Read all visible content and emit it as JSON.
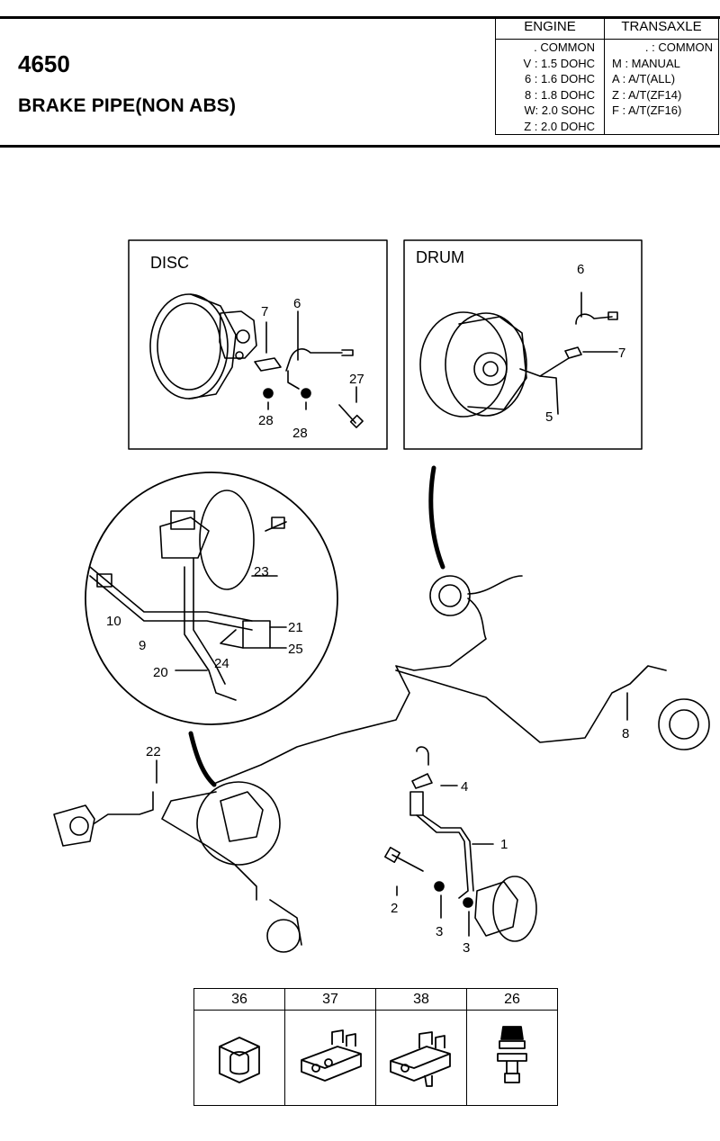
{
  "header": {
    "code": "4650",
    "title": "BRAKE PIPE(NON ABS)"
  },
  "spec_table": {
    "engine_header": "ENGINE",
    "transaxle_header": "TRANSAXLE",
    "engine_options": [
      ". COMMON",
      "V : 1.5 DOHC",
      "6 : 1.6 DOHC",
      "8 : 1.8 DOHC",
      "W: 2.0 SOHC",
      "Z : 2.0 DOHC"
    ],
    "transaxle_options": [
      ". : COMMON",
      "M : MANUAL",
      "A : A/T(ALL)",
      "Z : A/T(ZF14)",
      "F : A/T(ZF16)"
    ]
  },
  "inset_disc": {
    "title": "DISC",
    "callouts": [
      "7",
      "6",
      "27",
      "28",
      "28"
    ]
  },
  "inset_drum": {
    "title": "DRUM",
    "callouts": [
      "6",
      "7",
      "5"
    ]
  },
  "master_cylinder_inset": {
    "callouts": [
      "23",
      "21",
      "25",
      "10",
      "9",
      "24",
      "20"
    ]
  },
  "main_callouts": [
    "22",
    "8",
    "4",
    "1",
    "2",
    "3",
    "3"
  ],
  "clip_table": {
    "numbers": [
      "36",
      "37",
      "38",
      "26"
    ]
  }
}
